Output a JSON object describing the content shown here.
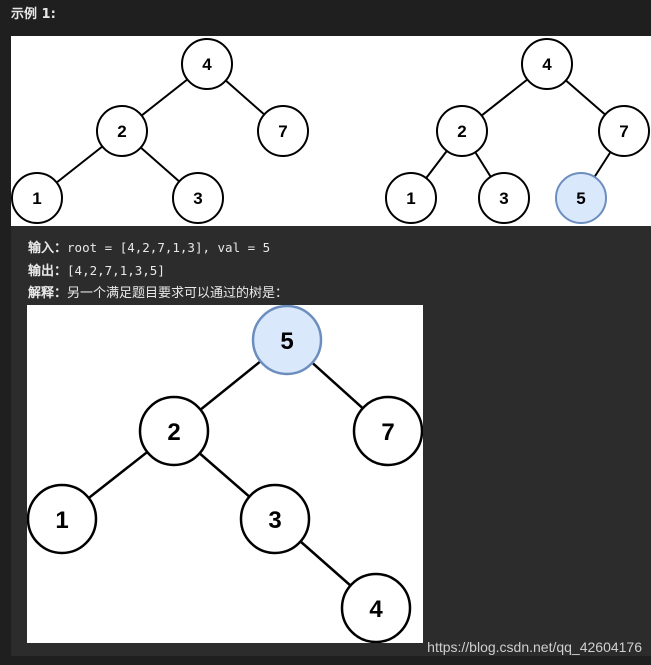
{
  "example_title": "示例 1:",
  "trees": {
    "original": [
      "4",
      "2",
      "7",
      "1",
      "3"
    ],
    "inserted": [
      "4",
      "2",
      "7",
      "1",
      "3",
      "5"
    ],
    "alternative": [
      "5",
      "2",
      "7",
      "1",
      "3",
      "4"
    ]
  },
  "input": {
    "label": "输入：",
    "value": "root = [4,2,7,1,3], val = 5"
  },
  "output": {
    "label": "输出：",
    "value": "[4,2,7,1,3,5]"
  },
  "explanation": {
    "label": "解释：",
    "value": "另一个满足题目要求可以通过的树是："
  },
  "watermark": "https://blog.csdn.net/qq_42604176",
  "colors": {
    "highlight_fill": "#dae8fc",
    "highlight_stroke": "#6c8ebf"
  }
}
